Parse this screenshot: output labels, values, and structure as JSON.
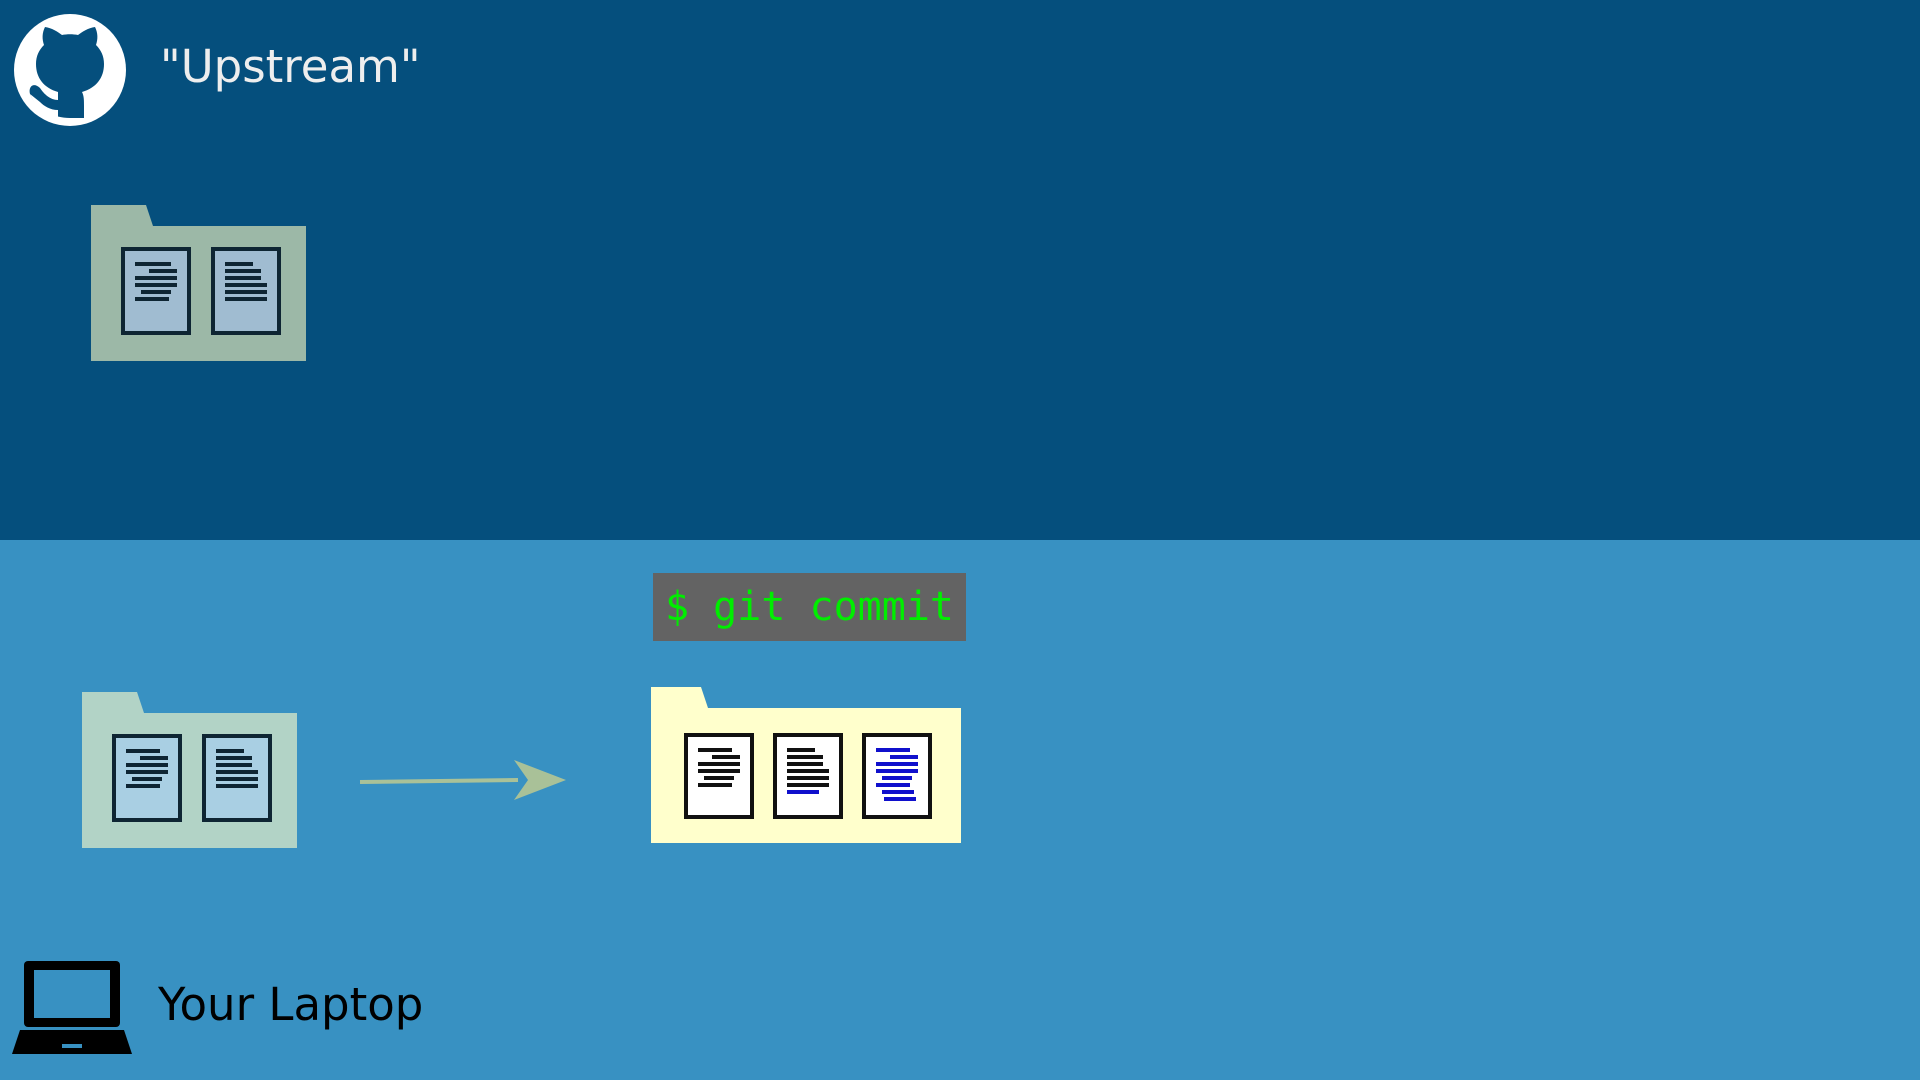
{
  "upstream": {
    "label": "\"Upstream\"",
    "icon": "github-octocat-icon",
    "bg": "#054f7d",
    "label_color": "#eeeeee",
    "folder_color": "#9cb8a7",
    "doc_color": "#a0bcd1"
  },
  "laptop": {
    "label": "Your Laptop",
    "icon": "laptop-icon",
    "bg": "#3891c2",
    "label_color": "#000000",
    "folder_color": "#b2d3c6",
    "doc_color": "#a9cfe3",
    "command": "$ git commit",
    "command_bg": "#636363",
    "command_fg": "#00ee00",
    "arrow_color": "#a9c198",
    "commit_folder_color": "#ffffcc",
    "new_line_color": "#1010cc"
  }
}
